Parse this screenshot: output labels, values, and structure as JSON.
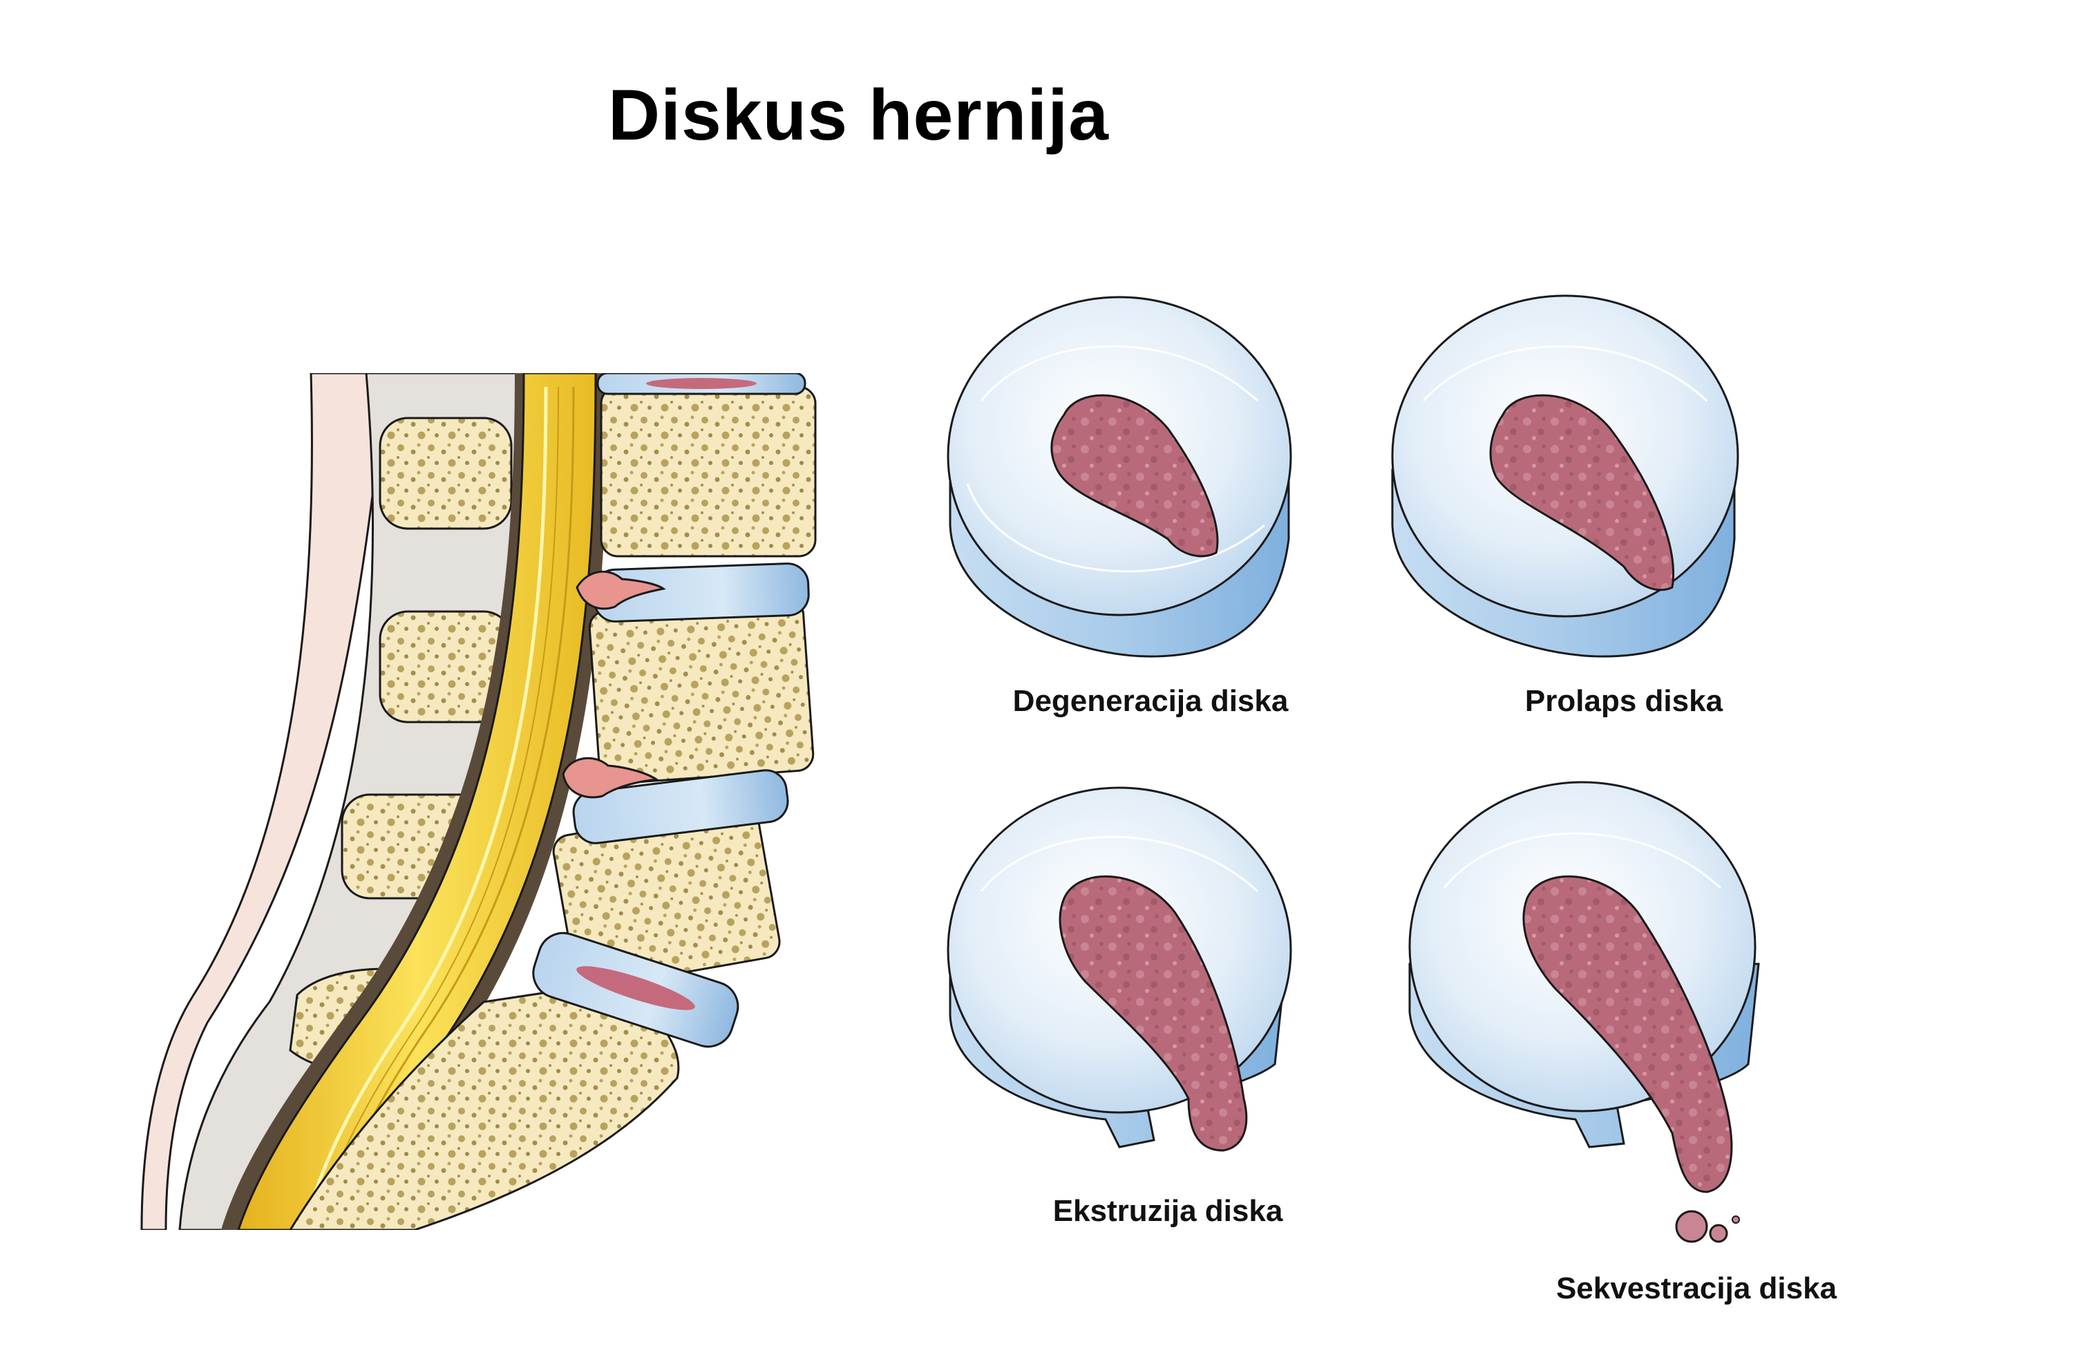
{
  "title": "Diskus hernija",
  "stages": [
    {
      "id": "degeneration",
      "label": "Degeneracija diska"
    },
    {
      "id": "prolapse",
      "label": "Prolaps diska"
    },
    {
      "id": "extrusion",
      "label": "Ekstruzija diska"
    },
    {
      "id": "sequestration",
      "label": "Sekvestracija diska"
    }
  ],
  "colors": {
    "disc_blue": "#cfe3f3",
    "disc_side": "#9fc6e8",
    "nucleus": "#b96a7a",
    "bone_fill": "#f6e9bf",
    "bone_pore": "#b8a25c",
    "spinal_cord": "#f2d13a",
    "soft_tissue": "#f6e3dc",
    "canal_gray": "#e4e0dc",
    "outline": "#1a1a1a"
  }
}
